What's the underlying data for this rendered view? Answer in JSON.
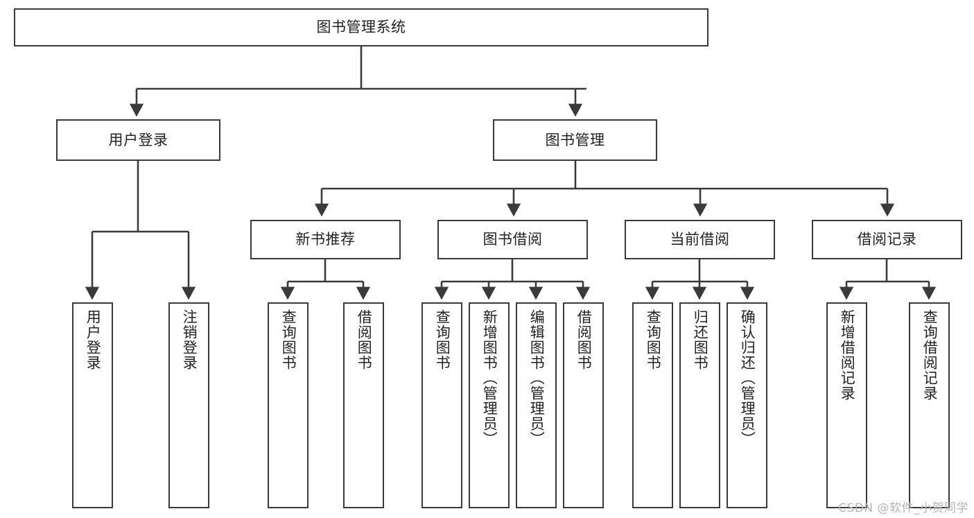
{
  "diagram": {
    "title": "图书管理系统",
    "type": "tree-hierarchy-chart",
    "root": {
      "id": "root",
      "label": "图书管理系统"
    },
    "level2": [
      {
        "id": "user-login",
        "label": "用户登录"
      },
      {
        "id": "book-manage",
        "label": "图书管理"
      }
    ],
    "level3": [
      {
        "id": "new-book-rec",
        "label": "新书推荐"
      },
      {
        "id": "book-borrow",
        "label": "图书借阅"
      },
      {
        "id": "current-borrow",
        "label": "当前借阅"
      },
      {
        "id": "borrow-record",
        "label": "借阅记录"
      }
    ],
    "leaves": {
      "user_login": [
        {
          "id": "leaf-user-login",
          "label": "用户登录"
        },
        {
          "id": "leaf-logout-login",
          "label": "注销登录"
        }
      ],
      "new_book_rec": [
        {
          "id": "leaf-query-book-1",
          "label": "查询图书"
        },
        {
          "id": "leaf-borrow-book-1",
          "label": "借阅图书"
        }
      ],
      "book_borrow": [
        {
          "id": "leaf-query-book-2",
          "label": "查询图书"
        },
        {
          "id": "leaf-add-book",
          "label": "新增图书（管理员）"
        },
        {
          "id": "leaf-edit-book",
          "label": "编辑图书（管理员）"
        },
        {
          "id": "leaf-borrow-book-2",
          "label": "借阅图书"
        }
      ],
      "current_borrow": [
        {
          "id": "leaf-query-book-3",
          "label": "查询图书"
        },
        {
          "id": "leaf-return-book",
          "label": "归还图书"
        },
        {
          "id": "leaf-confirm-return",
          "label": "确认归还（管理员）"
        }
      ],
      "borrow_record": [
        {
          "id": "leaf-add-record",
          "label": "新增借阅记录"
        },
        {
          "id": "leaf-query-record",
          "label": "查询借阅记录"
        }
      ]
    },
    "colors": {
      "stroke": "#3a3a3a",
      "fill": "#ffffff",
      "text": "#222222",
      "watermark": "#b4b4b4"
    }
  },
  "watermark": {
    "text": "CSDN @软件_小贺同学"
  }
}
